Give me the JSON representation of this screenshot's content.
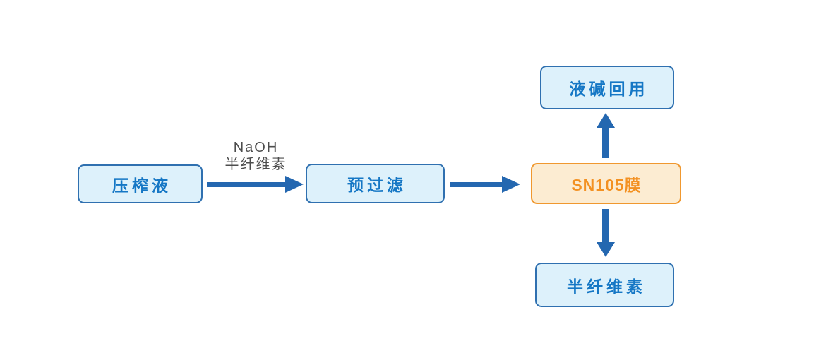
{
  "diagram": {
    "title": "SN105 membrane process flowchart",
    "nodes": [
      {
        "id": "pressed-liquid",
        "label": "压榨液",
        "style": "blue"
      },
      {
        "id": "pre-filter",
        "label": "预过滤",
        "style": "blue"
      },
      {
        "id": "sn105-membrane",
        "label": "SN105膜",
        "style": "orange"
      },
      {
        "id": "alkali-reuse",
        "label": "液碱回用",
        "style": "blue"
      },
      {
        "id": "hemicellulose",
        "label": "半纤维素",
        "style": "blue"
      }
    ],
    "edge_label": {
      "line1": "NaOH",
      "line2": "半纤维素"
    },
    "edges": [
      {
        "from": "压榨液",
        "to": "预过滤",
        "direction": "right",
        "label": "NaOH 半纤维素"
      },
      {
        "from": "预过滤",
        "to": "SN105膜",
        "direction": "right",
        "label": ""
      },
      {
        "from": "SN105膜",
        "to": "液碱回用",
        "direction": "up",
        "label": ""
      },
      {
        "from": "SN105膜",
        "to": "半纤维素",
        "direction": "down",
        "label": ""
      }
    ],
    "colors": {
      "blue_fill": "#ddf1fb",
      "blue_border": "#2f70b0",
      "blue_text": "#1577c5",
      "orange_fill": "#fcecd2",
      "orange_border": "#f0982f",
      "orange_text": "#f39122",
      "arrow": "#2467b0",
      "label_text": "#4d4d4d"
    }
  }
}
